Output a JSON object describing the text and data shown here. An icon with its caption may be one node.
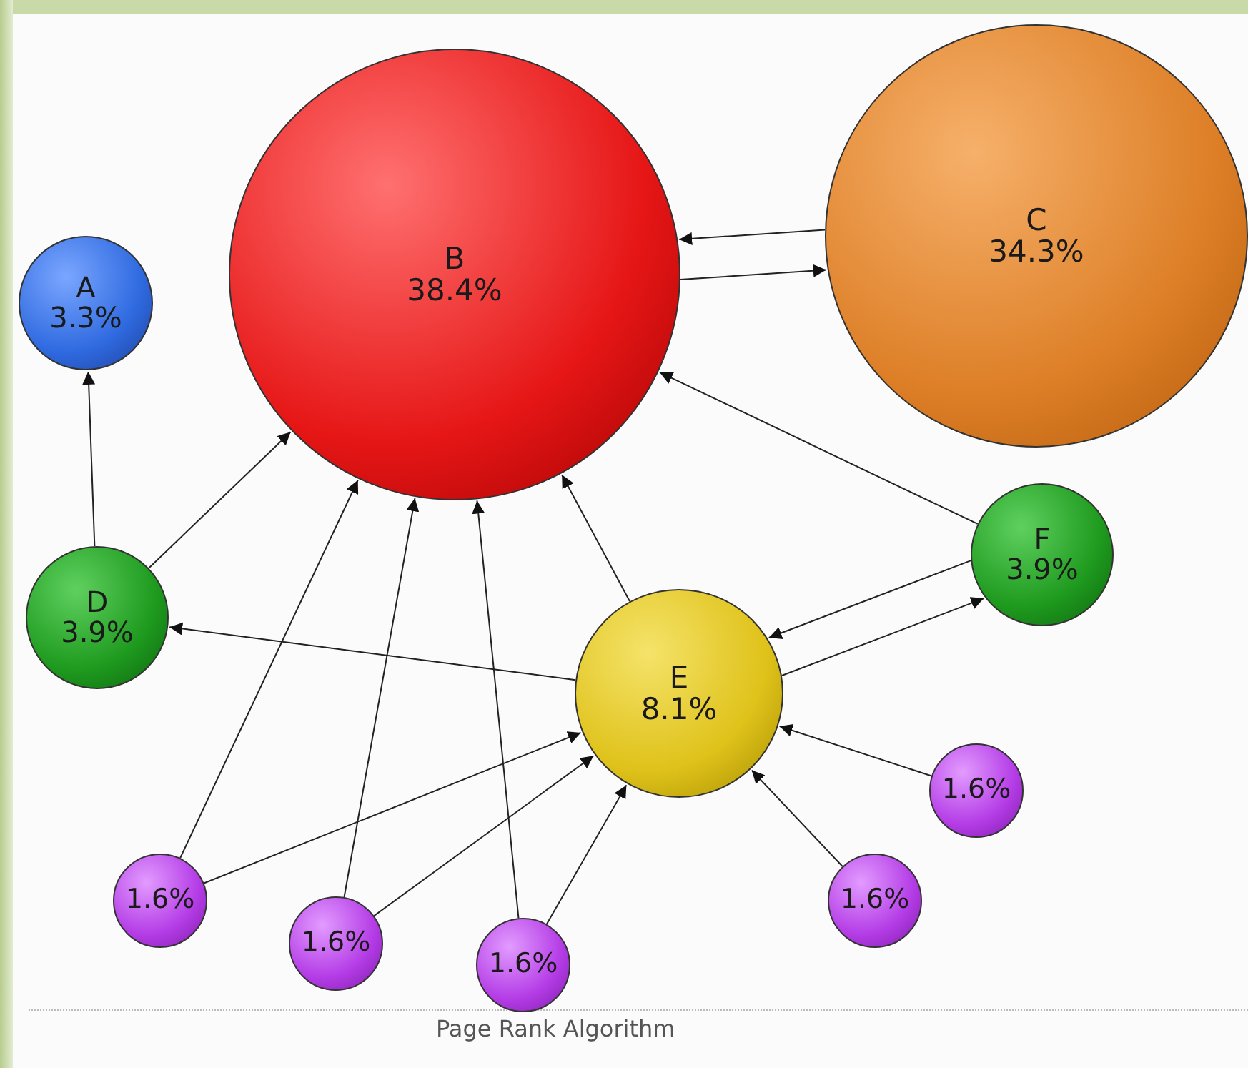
{
  "diagram": {
    "caption": "Page Rank Algorithm",
    "nodes": [
      {
        "text": [
          "A",
          "3.3%"
        ]
      },
      {
        "text": [
          "B",
          "38.4%"
        ]
      },
      {
        "text": [
          "C",
          "34.3%"
        ]
      },
      {
        "text": [
          "D",
          "3.9%"
        ]
      },
      {
        "text": [
          "E",
          "8.1%"
        ]
      },
      {
        "text": [
          "F",
          "3.9%"
        ]
      },
      {
        "text": [
          "1.6%"
        ]
      },
      {
        "text": [
          "1.6%"
        ]
      },
      {
        "text": [
          "1.6%"
        ]
      },
      {
        "text": [
          "1.6%"
        ]
      },
      {
        "text": [
          "1.6%"
        ]
      }
    ],
    "edges": [
      {
        "from": 3,
        "to": 0,
        "arrow": "to"
      },
      {
        "from": 3,
        "to": 1,
        "arrow": "to"
      },
      {
        "from": 1,
        "to": 2,
        "arrow": "to"
      },
      {
        "from": 2,
        "to": 1,
        "arrow": "to"
      },
      {
        "from": 4,
        "to": 1,
        "arrow": "to"
      },
      {
        "from": 5,
        "to": 1,
        "arrow": "to"
      },
      {
        "from": 4,
        "to": 3,
        "arrow": "to"
      },
      {
        "from": 4,
        "to": 5,
        "arrow": "to"
      },
      {
        "from": 5,
        "to": 4,
        "arrow": "to"
      },
      {
        "from": 6,
        "to": 1,
        "arrow": "to"
      },
      {
        "from": 6,
        "to": 4,
        "arrow": "to"
      },
      {
        "from": 7,
        "to": 1,
        "arrow": "to"
      },
      {
        "from": 7,
        "to": 4,
        "arrow": "to"
      },
      {
        "from": 8,
        "to": 1,
        "arrow": "to"
      },
      {
        "from": 8,
        "to": 4,
        "arrow": "to"
      },
      {
        "from": 9,
        "to": 4,
        "arrow": "to"
      },
      {
        "from": 10,
        "to": 4,
        "arrow": "to"
      }
    ]
  }
}
